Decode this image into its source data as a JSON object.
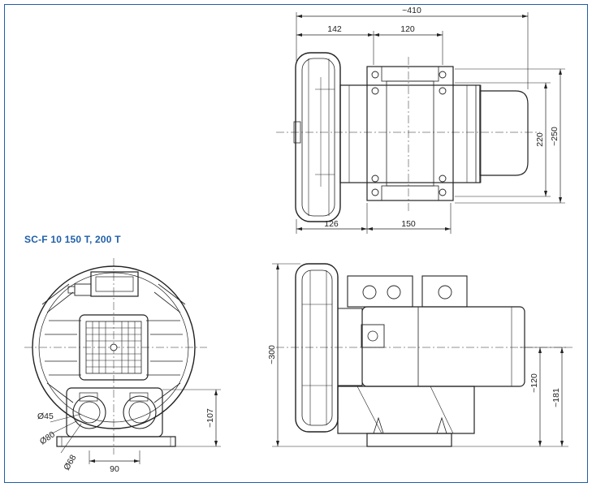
{
  "title": "SC-F 10 150 T, 200 T",
  "colors": {
    "frame": "#1f5fa8",
    "title": "#1f5fa8",
    "line": "#222222"
  },
  "top_view": {
    "dim_overall_width": "~410",
    "dim_left": "142",
    "dim_middle": "120",
    "dim_bottom_left": "126",
    "dim_bottom_right": "150",
    "dim_height_inner": "220",
    "dim_height_outer": "~250"
  },
  "front_view": {
    "dim_d45": "Ø45",
    "dim_d80": "Ø80",
    "dim_d68": "Ø68",
    "dim_spacing": "90",
    "dim_height": "~107"
  },
  "side_view": {
    "dim_total_height": "~300",
    "dim_axis_height": "~120",
    "dim_top_height": "~181"
  }
}
